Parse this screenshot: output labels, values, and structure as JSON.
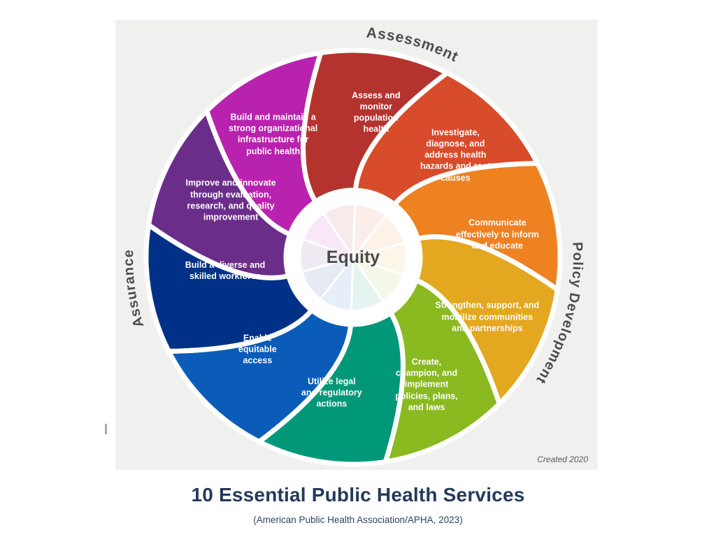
{
  "page": {
    "title": "10 Essential Public Health Services",
    "subtitle": "(American Public Health Association/APHA, 2023)"
  },
  "diagram": {
    "center_label": "Equity",
    "created_note": "Created 2020",
    "background_color": "#f0f0ee",
    "label_color": "#4c4c4c",
    "title_color": "#24395c",
    "categories": [
      {
        "label": "Assessment"
      },
      {
        "label": "Policy Development"
      },
      {
        "label": "Assurance"
      }
    ],
    "segments": [
      {
        "color": "#b5332e",
        "text": "Assess and\nmonitor\npopulation\nhealth"
      },
      {
        "color": "#d84b2b",
        "text": "Investigate,\ndiagnose, and\naddress health\nhazards and root\ncauses"
      },
      {
        "color": "#ee8221",
        "text": "Communicate\neffectively to inform\nand educate"
      },
      {
        "color": "#e3a81f",
        "text": "Strengthen, support, and\nmobilize communities\nand partnerships"
      },
      {
        "color": "#8aba20",
        "text": "Create,\nchampion, and\nimplement\npolicies, plans,\nand laws"
      },
      {
        "color": "#009878",
        "text": "Utilize legal\nand regulatory\nactions"
      },
      {
        "color": "#0b5cb8",
        "text": "Enable\nequitable\naccess"
      },
      {
        "color": "#003187",
        "text": "Build a diverse and\nskilled workforce"
      },
      {
        "color": "#6b2d8a",
        "text": "Improve and innovate\nthrough evaluation,\nresearch, and quality\nimprovement"
      },
      {
        "color": "#b922ae",
        "text": "Build and maintain a\nstrong organizational\ninfrastructure for\npublic health"
      }
    ]
  }
}
